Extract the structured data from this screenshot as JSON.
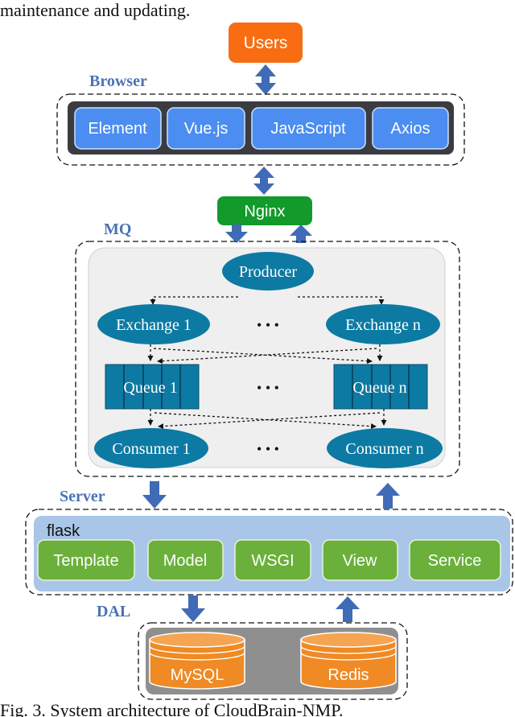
{
  "header_text": "maintenance and updating.",
  "caption": "Fig. 3. System architecture of CloudBrain-NMP.",
  "users": {
    "label": "Users"
  },
  "browser": {
    "label": "Browser",
    "items": [
      "Element",
      "Vue.js",
      "JavaScript",
      "Axios"
    ]
  },
  "nginx": {
    "label": "Nginx"
  },
  "mq": {
    "label": "MQ",
    "producer": "Producer",
    "exchanges": [
      "Exchange 1",
      "Exchange n"
    ],
    "queues": [
      "Queue 1",
      "Queue n"
    ],
    "consumers": [
      "Consumer 1",
      "Consumer n"
    ],
    "ellipsis": "• • •"
  },
  "server": {
    "label": "Server",
    "framework": "flask",
    "items": [
      "Template",
      "Model",
      "WSGI",
      "View",
      "Service"
    ]
  },
  "dal": {
    "label": "DAL",
    "databases": [
      "MySQL",
      "Redis"
    ]
  },
  "colors": {
    "users": "#f96d12",
    "browser_bar": "#3a3c41",
    "browser_item": "#4b8df0",
    "nginx": "#129a2a",
    "mq_node": "#0d7aa3",
    "mq_panel": "#efefef",
    "server_panel": "#a9c6e8",
    "server_item": "#6ab03a",
    "dal_panel": "#8f8f8f",
    "db": "#ef8a24",
    "arrow": "#3f6bb7",
    "section_label": "#4a73b3"
  }
}
